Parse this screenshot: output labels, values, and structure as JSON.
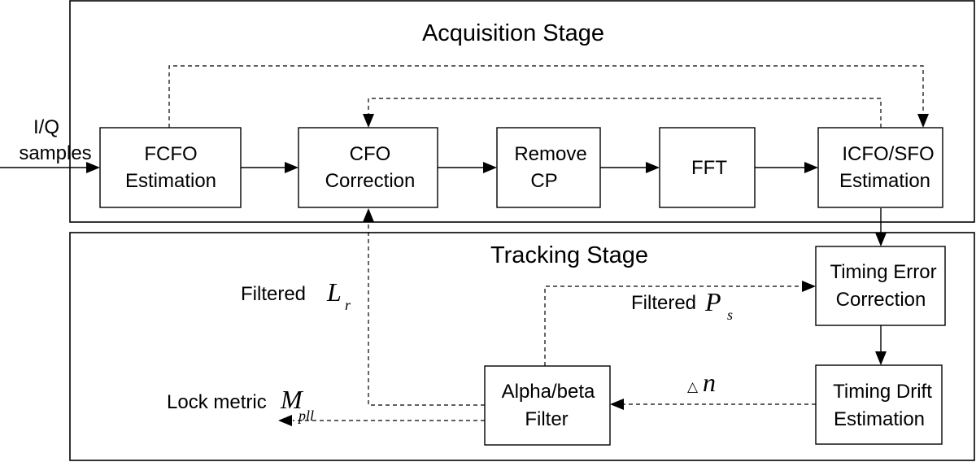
{
  "stages": {
    "acquisition": {
      "title": "Acquisition Stage"
    },
    "tracking": {
      "title": "Tracking Stage"
    }
  },
  "input": {
    "line1": "I/Q",
    "line2": "samples"
  },
  "blocks": {
    "fcfo": {
      "line1": "FCFO",
      "line2": "Estimation"
    },
    "cfo_correction": {
      "line1": "CFO",
      "line2": "Correction"
    },
    "remove_cp": {
      "line1": "Remove",
      "line2": "CP"
    },
    "fft": {
      "line1": "FFT"
    },
    "icfo_sfo": {
      "line1": "ICFO/SFO",
      "line2": "Estimation"
    },
    "timing_error": {
      "line1": "Timing Error",
      "line2": "Correction"
    },
    "timing_drift": {
      "line1": "Timing Drift",
      "line2": "Estimation"
    },
    "alpha_beta": {
      "line1": "Alpha/beta",
      "line2": "Filter"
    }
  },
  "labels": {
    "filtered_lr": {
      "text": "Filtered",
      "symbol": "L",
      "subscript": "r"
    },
    "filtered_ps": {
      "text": "Filtered",
      "symbol": "P",
      "subscript": "s"
    },
    "delta_n": {
      "prefix": "△",
      "symbol": "n"
    },
    "lock_metric": {
      "text": "Lock metric",
      "symbol": "M",
      "subscript": "pll"
    }
  }
}
